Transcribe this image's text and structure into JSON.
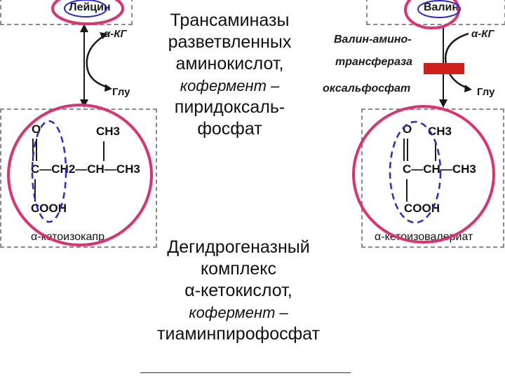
{
  "left_pathway": {
    "amino_acid": "Лейцин",
    "cosubstrate": "α-КГ",
    "product_amino_acid": "Глу",
    "structure": {
      "ch3": "CH3",
      "backbone": "C—CH2—CH—CH3",
      "carbonyl_o": "O",
      "cooh": "COOH"
    },
    "keto_acid_label": "α-кетоизокапр"
  },
  "right_pathway": {
    "amino_acid": "Валин",
    "cosubstrate": "α-КГ",
    "product_amino_acid": "Глу",
    "enzyme_label_line1": "Валин-амино-",
    "enzyme_label_line2": "трансфераза",
    "cofactor_partial": "оксальфосфат",
    "structure": {
      "ch3": "CH3",
      "backbone": "C—CH—CH3",
      "carbonyl_o": "O",
      "cooh": "COOH"
    },
    "keto_acid_label": "α-кетоизовалериат"
  },
  "center": {
    "enzyme1_line1": "Трансаминазы",
    "enzyme1_line2": "разветвленных",
    "enzyme1_line3": "аминокислот,",
    "enzyme1_coenzyme_prefix": "кофермент –",
    "enzyme1_coenzyme_line1": "пиридоксаль-",
    "enzyme1_coenzyme_line2": "фосфат",
    "enzyme2_line1": "Дегидрогеназный",
    "enzyme2_line2": "комплекс",
    "enzyme2_line3": "α-кетокислот,",
    "enzyme2_coenzyme_prefix": "кофермент –",
    "enzyme2_coenzyme": "тиаминпирофосфат"
  },
  "colors": {
    "highlight_circle": "#e0306e",
    "highlight_oval": "#2a2ad0",
    "enzyme_block": "#d0201a",
    "frame": "#8a8a8a"
  }
}
